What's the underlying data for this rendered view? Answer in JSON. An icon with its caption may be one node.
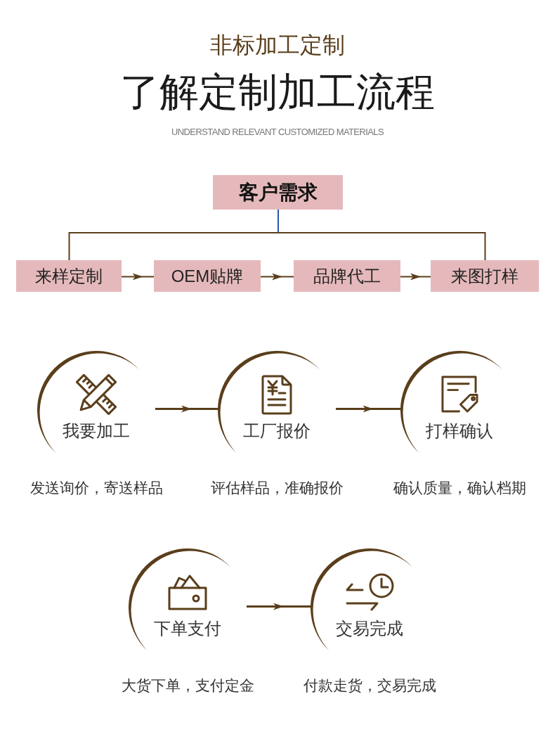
{
  "diagram": {
    "title": "了解定制加工流程",
    "nodes": [
      {
        "text": [
          "客户需求"
        ]
      },
      {
        "text": [
          "来样定制"
        ]
      },
      {
        "text": [
          "OEM贴牌"
        ]
      },
      {
        "text": [
          "品牌代工"
        ]
      },
      {
        "text": [
          "来图打样"
        ]
      },
      {
        "text": [
          "我要加工"
        ],
        "beside": [
          "发送询价，寄送样品"
        ]
      },
      {
        "text": [
          "工厂报价"
        ],
        "beside": [
          "评估样品，准确报价"
        ]
      },
      {
        "text": [
          "打样确认"
        ],
        "beside": [
          "确认质量，确认档期"
        ]
      },
      {
        "text": [
          "下单支付"
        ],
        "beside": [
          "大货下单，支付定金"
        ]
      },
      {
        "text": [
          "交易完成"
        ],
        "beside": [
          "付款走货，交易完成"
        ]
      }
    ],
    "edges": [
      {
        "from": 0,
        "to": 1,
        "arrow": "none"
      },
      {
        "from": 0,
        "to": 4,
        "arrow": "none"
      },
      {
        "from": 1,
        "to": 2,
        "arrow": "to"
      },
      {
        "from": 2,
        "to": 3,
        "arrow": "to"
      },
      {
        "from": 3,
        "to": 4,
        "arrow": "to"
      },
      {
        "from": 5,
        "to": 6,
        "arrow": "to"
      },
      {
        "from": 6,
        "to": 7,
        "arrow": "to"
      },
      {
        "from": 8,
        "to": 9,
        "arrow": "to"
      }
    ],
    "labels": [
      "非标加工定制",
      "UNDERSTAND RELEVANT CUSTOMIZED MATERIALS"
    ]
  }
}
